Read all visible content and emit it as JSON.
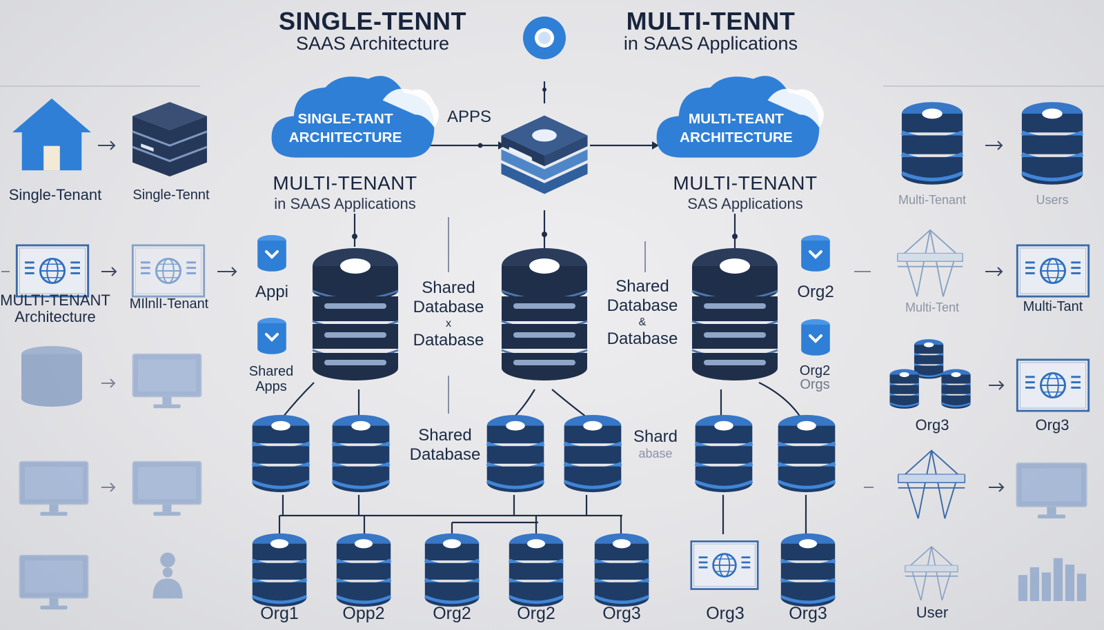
{
  "header": {
    "left_title": "SINGLE-TENNT",
    "left_subtitle": "SAAS Architecture",
    "right_title": "MULTI-TENNT",
    "right_subtitle": "in SAAS Applications"
  },
  "clouds": {
    "left": {
      "line1": "SINGLE-TANT",
      "line2": "ARCHITECTURE"
    },
    "right": {
      "line1": "MULTI-TEANT",
      "line2": "ARCHITECTURE"
    }
  },
  "apps_label": "APPS",
  "sections": {
    "left_title": "MULTI-TENANT",
    "left_subtitle": "in SAAS Applications",
    "right_title": "MULTI-TENANT",
    "right_subtitle": "SAS Applications"
  },
  "left_panel": {
    "row1": {
      "a": "Single-Tenant",
      "b": "Single-Tennt"
    },
    "row2": {
      "a_line1": "MULTI-TENANT",
      "a_line2": "Architecture",
      "b": "MIlnlI-Tenant"
    }
  },
  "small_labels": {
    "appi": "Appi",
    "shared_apps_line1": "Shared",
    "shared_apps_line2": "Apps",
    "org2_right": "Org2",
    "orgs_line1": "Org2",
    "orgs_line2": "Orgs"
  },
  "middle_labels": {
    "shared_db_1_line1": "Shared",
    "shared_db_1_line2": "Database",
    "shared_db_1_line3": "x",
    "shared_db_1_line4": "Database",
    "shared_db_2_line1": "Shared",
    "shared_db_2_line2": "Database",
    "shared_db_2_line3": "&",
    "shared_db_2_line4": "Database",
    "shared_db_3_line1": "Shared",
    "shared_db_3_line2": "Database",
    "shard_line1": "Shard",
    "shard_line2": "abase"
  },
  "bottom_orgs": [
    "Org1",
    "Opp2",
    "Org2",
    "Org2",
    "Org3",
    "Org3",
    "Org3"
  ],
  "right_panel": {
    "row1": {
      "a": "Multi-Tenant",
      "b": "Users"
    },
    "row2": {
      "a": "Multi-Tent",
      "b": "Multi-Tant"
    },
    "row3": {
      "a": "Org3",
      "b": "Org3"
    },
    "row5": {
      "a": "User"
    }
  },
  "colors": {
    "brand_blue": "#2f7fd6",
    "dark_navy": "#1e2d48",
    "db_blue": "#2f6db5",
    "background": "#e6e6e8"
  }
}
